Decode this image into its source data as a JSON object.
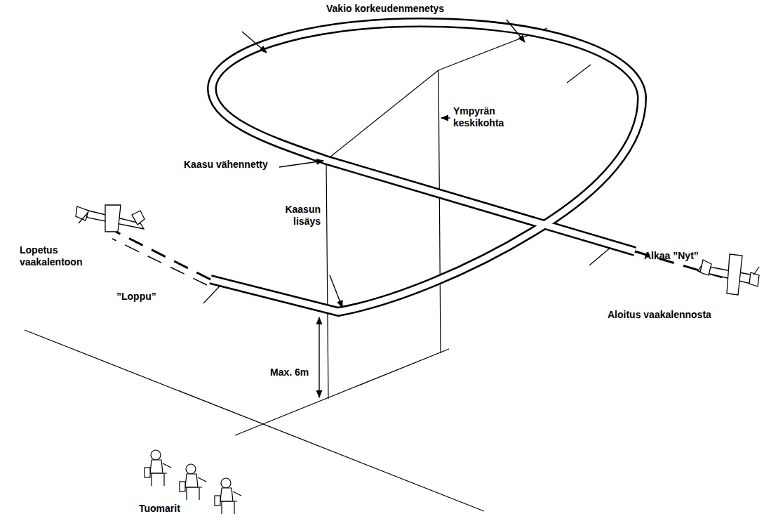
{
  "diagram": {
    "labels": [
      "Vakio korkeudenmenetys",
      "Ympyrän keskikohta",
      "Kaasu vähennetty",
      "Kaasun lisäys",
      "Lopetus vaakalentoon",
      "”Loppu”",
      "Alkaa ”Nyt”",
      "Aloitus vaakalennosta",
      "Max. 6m",
      "Tuomarit"
    ]
  }
}
